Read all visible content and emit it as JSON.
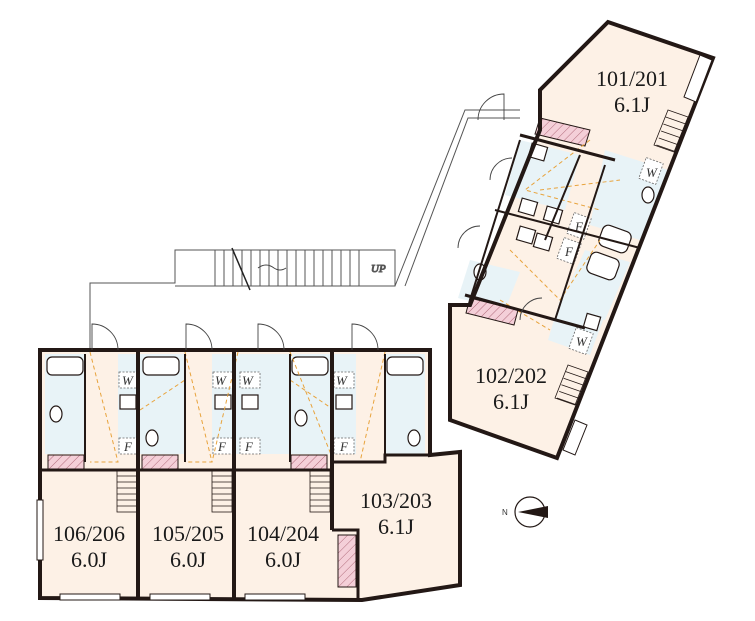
{
  "units": [
    {
      "number": "101/201",
      "size": "6.1J"
    },
    {
      "number": "102/202",
      "size": "6.1J"
    },
    {
      "number": "103/203",
      "size": "6.1J"
    },
    {
      "number": "104/204",
      "size": "6.0J"
    },
    {
      "number": "105/205",
      "size": "6.0J"
    },
    {
      "number": "106/206",
      "size": "6.0J"
    }
  ],
  "fixture_labels": {
    "washer": "W",
    "fridge": "F"
  },
  "stair_label": "UP",
  "compass": {
    "north_label": "N"
  },
  "colors": {
    "room": "#fdf1e6",
    "wet": "#e8f3f7",
    "wall": "#231815",
    "entry": "#f4cfd8",
    "guide": "#e8a33c"
  }
}
